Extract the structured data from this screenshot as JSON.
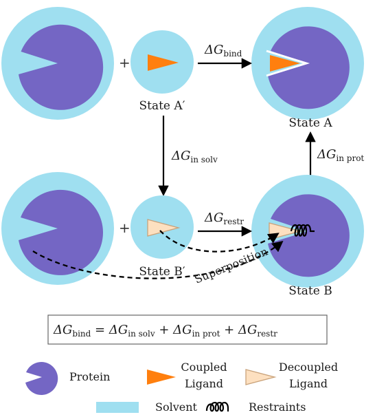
{
  "colors": {
    "solvent": "#9fdff0",
    "protein": "#7466c4",
    "coupled_ligand": "#ff7f0e",
    "decoupled_ligand": "#fde0c0",
    "decoupled_outline": "#c9a27a",
    "arrow": "#000000"
  },
  "states": {
    "a_prime": "State A′",
    "a": "State A",
    "b_prime": "State B′",
    "b": "State B"
  },
  "plus_sign": "+",
  "arrows": {
    "bind": {
      "symbol": "ΔG",
      "sub": "bind"
    },
    "in_solv": {
      "symbol": "ΔG",
      "sub": "in solv"
    },
    "in_prot": {
      "symbol": "ΔG",
      "sub": "in prot"
    },
    "restr": {
      "symbol": "ΔG",
      "sub": "restr"
    },
    "superposition": "Superposition"
  },
  "equation": {
    "lhs_symbol": "ΔG",
    "lhs_sub": "bind",
    "eq": " = ",
    "t1_symbol": "ΔG",
    "t1_sub": "in solv",
    "plus1": " + ",
    "t2_symbol": "ΔG",
    "t2_sub": "in prot",
    "plus2": " + ",
    "t3_symbol": "ΔG",
    "t3_sub": "restr"
  },
  "legend": {
    "protein": "Protein",
    "coupled_line1": "Coupled",
    "coupled_line2": "Ligand",
    "decoupled_line1": "Decoupled",
    "decoupled_line2": "Ligand",
    "solvent": "Solvent",
    "restraints": "Restraints"
  },
  "icons": {
    "protein": "pacman-protein-icon",
    "coupled": "orange-triangle-icon",
    "decoupled": "peach-triangle-icon",
    "solvent": "light-blue-rect-icon",
    "restraints": "spring-coil-icon"
  }
}
